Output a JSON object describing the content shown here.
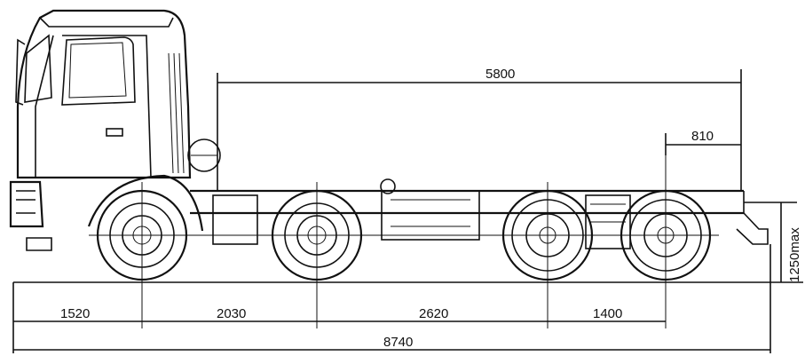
{
  "dimensions": {
    "cargo_length": "5800",
    "rear_overhang": "810",
    "frame_height": "1250max",
    "front_overhang": "1520",
    "axle_gap_1": "2030",
    "axle_gap_2": "2620",
    "axle_gap_3": "1400",
    "overall_length": "8740"
  },
  "colors": {
    "line": "#111111",
    "background": "#ffffff"
  }
}
